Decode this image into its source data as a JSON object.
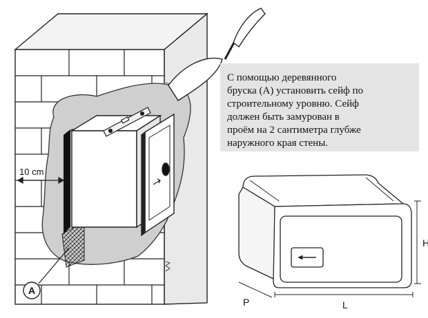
{
  "instruction": {
    "lines": [
      "С помощью деревянного",
      "бруска (А) установить сейф по",
      "строительному   уровню. Сейф",
      "должен быть замурован в",
      "проём на 2 сантиметра глубже",
      "наружного края стены."
    ]
  },
  "wall_drawing": {
    "gap_label": "10 cm",
    "block_label": "A"
  },
  "safe_drawing": {
    "height_label": "H",
    "length_label": "L",
    "depth_label": "P"
  }
}
